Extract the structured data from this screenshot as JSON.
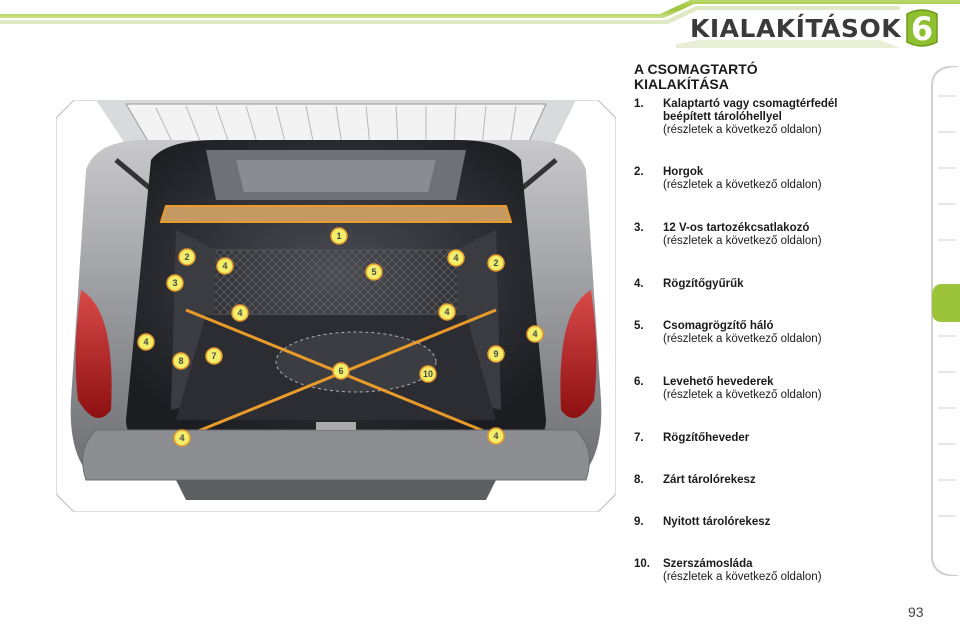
{
  "header": {
    "chapter_title": "KIALAKÍTÁSOK",
    "chapter_number": "6"
  },
  "section": {
    "title_line1": "A CSOMAGTARTÓ",
    "title_line2": "KIALAKÍTÁSA"
  },
  "items": [
    {
      "num": "1.",
      "label": "Kalaptartó vagy csomagtérfedél",
      "label2": "beépített tárolóhellyel",
      "detail": "(részletek a következő oldalon)"
    },
    {
      "num": "2.",
      "label": "Horgok",
      "detail": "(részletek a következő oldalon)"
    },
    {
      "num": "3.",
      "label": "12 V-os tartozékcsatlakozó",
      "detail": "(részletek a következő oldalon)"
    },
    {
      "num": "4.",
      "label": "Rögzítőgyűrűk"
    },
    {
      "num": "5.",
      "label": "Csomagrögzítő háló",
      "detail": "(részletek a következő oldalon)"
    },
    {
      "num": "6.",
      "label": "Levehető hevederek",
      "detail": "(részletek a következő oldalon)"
    },
    {
      "num": "7.",
      "label": "Rögzítőheveder"
    },
    {
      "num": "8.",
      "label": "Zárt tárolórekesz"
    },
    {
      "num": "9.",
      "label": "Nyitott tárolórekesz"
    },
    {
      "num": "10.",
      "label": "Szerszámosláda",
      "detail": "(részletek a következő oldalon)"
    }
  ],
  "figure": {
    "callouts": [
      "1",
      "2",
      "2",
      "3",
      "4",
      "4",
      "4",
      "4",
      "4",
      "4",
      "4",
      "4",
      "5",
      "6",
      "7",
      "8",
      "9",
      "10"
    ]
  },
  "colors": {
    "accent_green": "#9cc43a",
    "callout_orange": "#e89a2a",
    "callout_fill": "#f2ee6a"
  },
  "footer": {
    "page_number": "93"
  }
}
